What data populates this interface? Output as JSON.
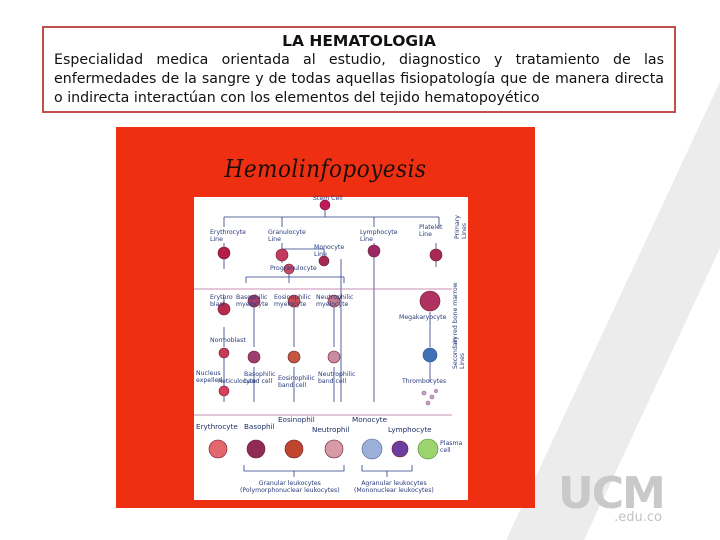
{
  "slide": {
    "title": "LA HEMATOLOGIA",
    "description": "Especialidad medica orientada al estudio, diagnostico y tratamiento de las enfermedades de la sangre y de todas aquellas fisiopatología que de manera directa o indirecta interactúan con los elementos del tejido hematopoyético"
  },
  "figure": {
    "title": "Hemolinfopoyesis",
    "labels": {
      "stem_cell": "Stem Cell",
      "erythrocyte_line": "Erythrocyte\nLine",
      "granulocyte_line": "Granulocyte\nLine",
      "monocyte_line": "Monocyte\nLine",
      "lymphocyte_line": "Lymphocyte\nLine",
      "platelet_line": "Platelet\nLine",
      "primary_lines": "Primary\nLines",
      "progranulocyte": "Progranulocyte",
      "erythroblast": "Erythro\nblast",
      "basophilic_myelocyte": "Basophilic\nmyelocyte",
      "eosinophilic_myelocyte": "Eosinophilic\nmyelocyte",
      "neutrophilic_myelocyte": "Neutrophilic\nmyelocyte",
      "in_red_bone_marrow": "In red bone marrow",
      "megakaryocyte": "Megakaryocyte",
      "normoblast": "Normoblast",
      "secondary_lines": "Secondary\nLines",
      "nucleus_expelled": "Nucleus\nexpelled",
      "reticulocyte": "Reticulocyte",
      "basophilic_band_cell": "Basophilic\nband cell",
      "eosinophilic_band_cell": "Eosinophilic\nband cell",
      "neutrophilic_band_cell": "Neutrophilic\nband cell",
      "thrombocytes": "Thrombocytes",
      "erythrocyte": "Erythrocyte",
      "basophil": "Basophil",
      "eosinophil": "Eosinophil",
      "neutrophil": "Neutrophil",
      "monocyte": "Monocyte",
      "lymphocyte": "Lymphocyte",
      "plasma_cell": "Plasma\ncell",
      "granular_leukocytes": "Granular leukocytes\n(Polymorphonuclear leukocytes)",
      "agranular_leukocytes": "Agranular leukocytes\n(Mononuclear leukocytes)"
    }
  },
  "logo": {
    "main": "UCM",
    "sub": ".edu.co"
  },
  "colors": {
    "title_border": "#c0504d",
    "figure_background": "#ef2f12",
    "label_text": "#283a7a",
    "logo_gray": "#c9c9c9"
  }
}
